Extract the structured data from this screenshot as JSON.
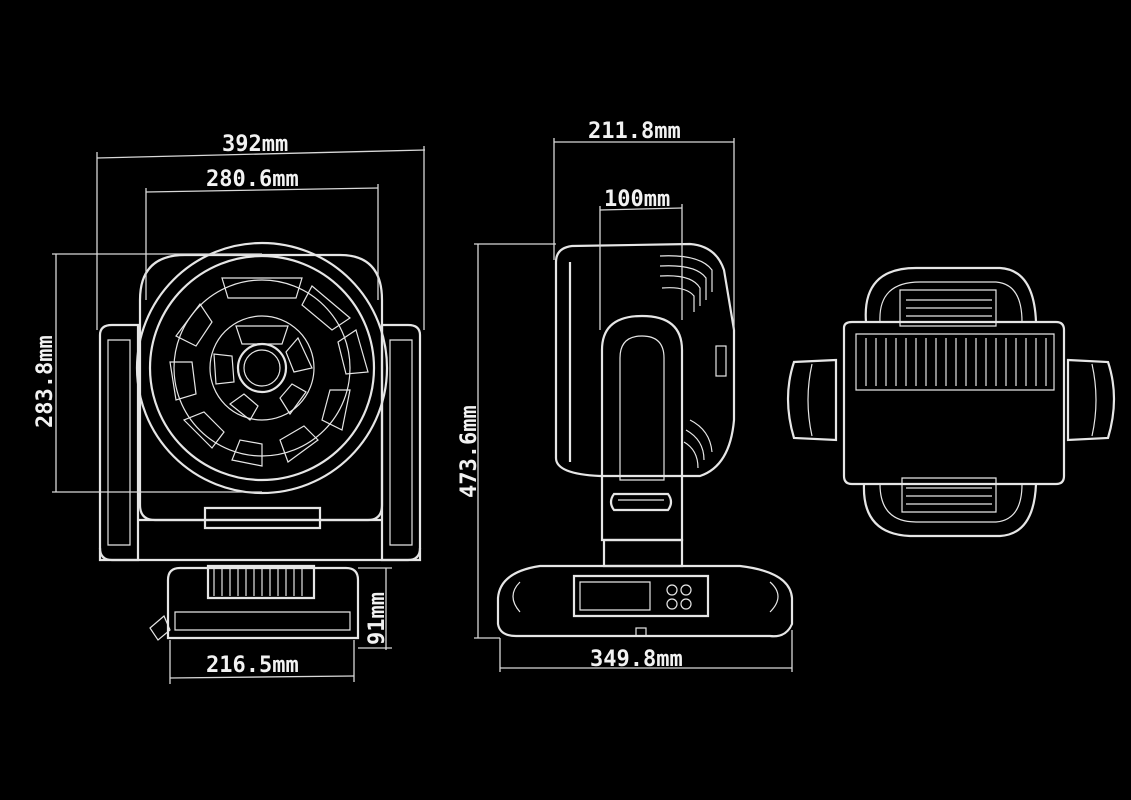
{
  "colors": {
    "background": "#000000",
    "line": "#e6e6e6"
  },
  "front_view": {
    "width_label": "392mm",
    "lens_width_label": "280.6mm",
    "head_height_label": "283.8mm",
    "base_width_label": "216.5mm",
    "base_height_label": "91mm"
  },
  "side_view": {
    "head_depth_label": "211.8mm",
    "yoke_width_label": "100mm",
    "total_height_label": "473.6mm",
    "base_depth_label": "349.8mm"
  }
}
